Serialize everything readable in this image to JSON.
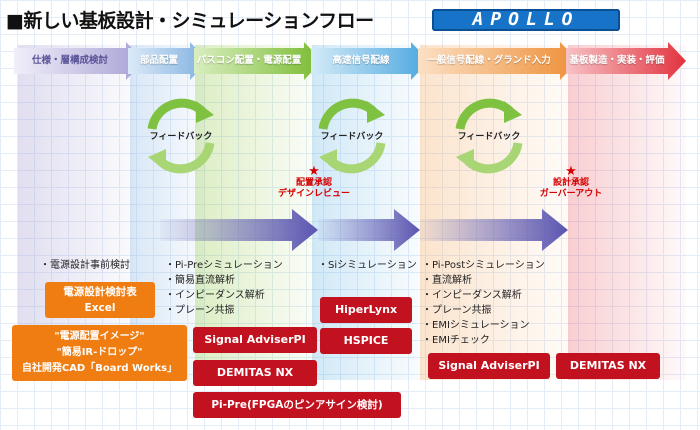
{
  "title": "■新しい基板設計・シミュレーションフロー",
  "logo": "APOLLO",
  "phases": [
    {
      "label": "仕様・層構成検討",
      "color": "#a7a1d4"
    },
    {
      "label": "部品配置",
      "color": "#90b9e4"
    },
    {
      "label": "パスコン配置・電源配置",
      "color": "#8cc63e"
    },
    {
      "label": "高速信号配線",
      "color": "#66b4e4"
    },
    {
      "label": "一般信号配線・グランド入力",
      "color": "#f2a55a"
    },
    {
      "label": "基板製造・実装・評価",
      "color": "#e8505a"
    }
  ],
  "feedback_label": "フィードバック",
  "milestones": [
    {
      "line1": "配置承認",
      "line2": "デザインレビュー"
    },
    {
      "line1": "設計承認",
      "line2": "ガーバーアウト"
    }
  ],
  "lists": {
    "power": [
      "電源設計事前検討"
    ],
    "pi_pre": [
      "Pi-Preシミュレーション",
      "簡易直流解析",
      "インピーダンス解析",
      "プレーン共振"
    ],
    "si": [
      "Siシミュレーション"
    ],
    "pi_post": [
      "Pi-Postシミュレーション",
      "直流解析",
      "インピーダンス解析",
      "プレーン共振",
      "EMIシミュレーション",
      "EMIチェック"
    ]
  },
  "tools": {
    "excel_line1": "電源設計検討表",
    "excel_line2": "Excel",
    "boardworks_line1": "\"電源配置イメージ\"",
    "boardworks_line2": "\"簡易IR-ドロップ\"",
    "boardworks_line3": "自社開発CAD「Board Works」",
    "signal_adviser_1": "Signal AdviserPI",
    "demitas_1": "DEMITAS NX",
    "pi_pre_fpga": "Pi-Pre(FPGAのピンアサイン検討)",
    "hyperlynx": "HiperLynx",
    "hspice": "HSPICE",
    "signal_adviser_2": "Signal AdviserPI",
    "demitas_2": "DEMITAS NX"
  },
  "colors": {
    "cycle_green": "#7fc241",
    "cycle_green_light": "#c4e3a0",
    "purple_flow": "#5a55b0",
    "tool_red": "#c3121f",
    "tool_orange": "#f07d12",
    "milestone_red": "#d40000"
  }
}
